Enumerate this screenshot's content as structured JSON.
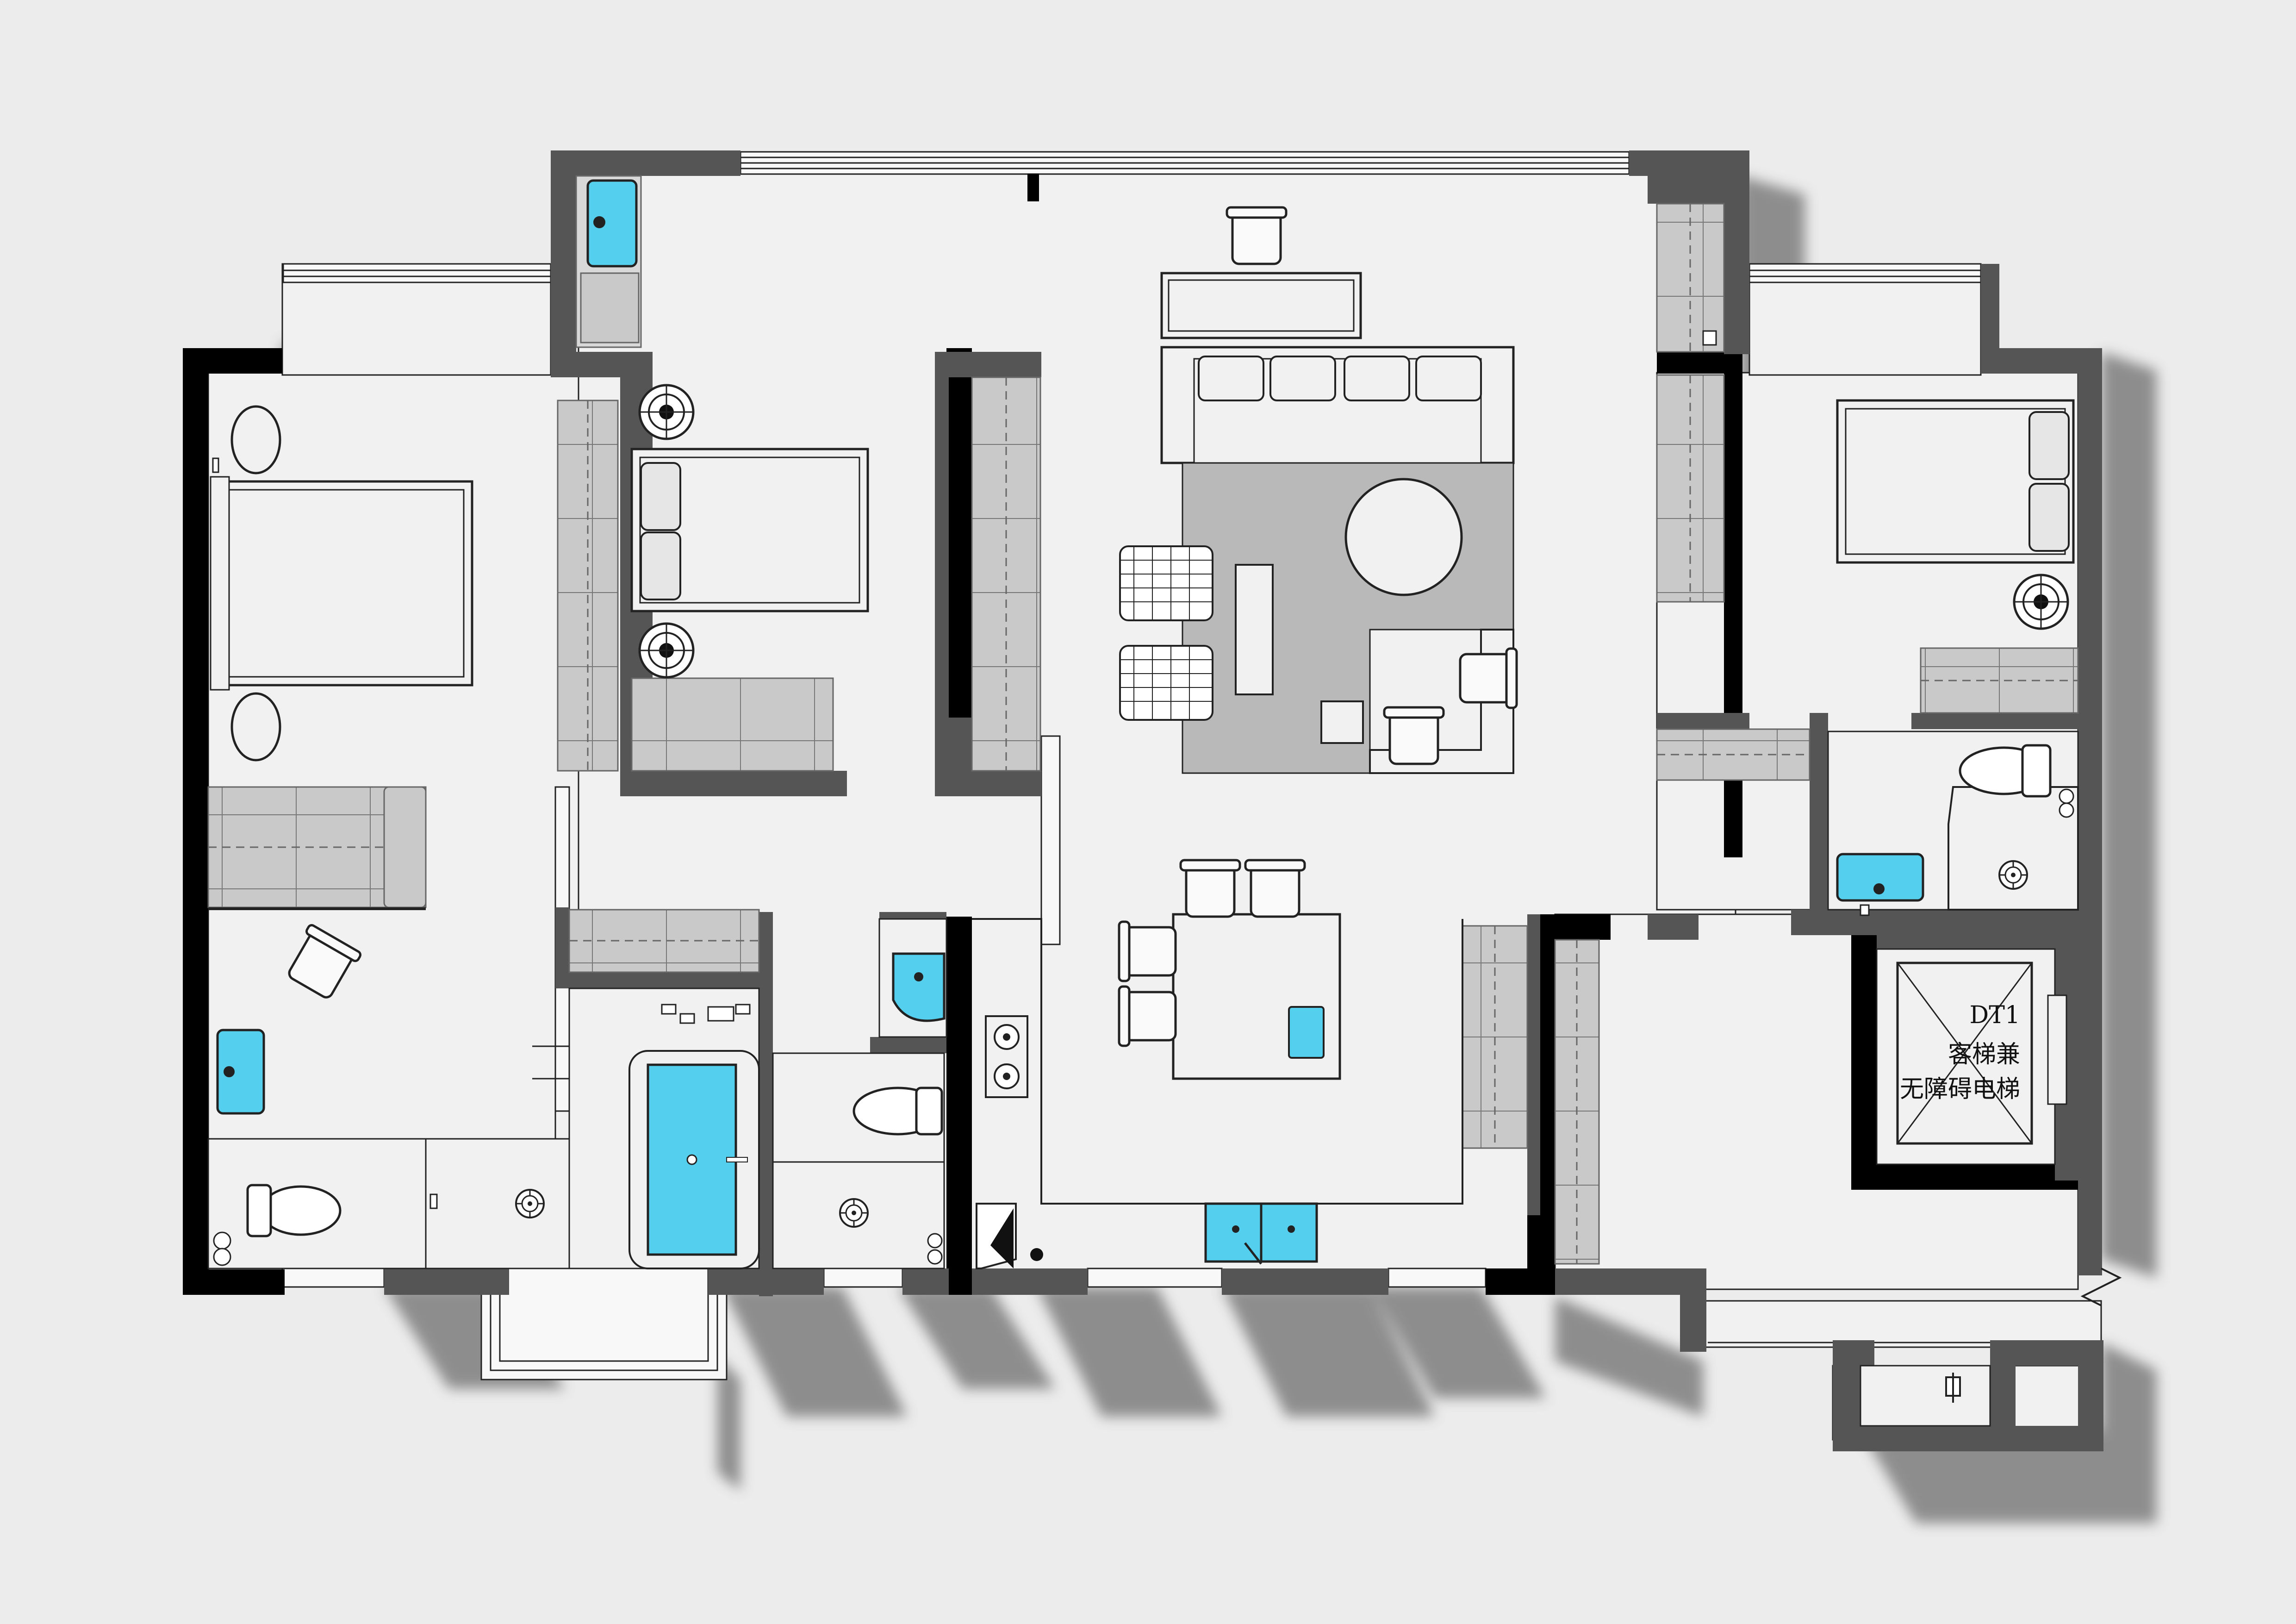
{
  "colors": {
    "background": "#ececec",
    "floor": "#f1f1f1",
    "wall_outer": "#000000",
    "wall_inner": "#555555",
    "cabinet": "#c9c9c9",
    "rug": "#b9b9b9",
    "fixture_fill": "#55cfee",
    "shadow": "#6e6e6e"
  },
  "elevator": {
    "code": "DT1",
    "line1": "客梯兼",
    "line2": "无障碍电梯"
  },
  "icons": [
    "floor-drain-icon",
    "sink-icon",
    "stove-icon",
    "toilet-icon",
    "bathtub-icon",
    "lamp-icon",
    "meter-icon"
  ]
}
